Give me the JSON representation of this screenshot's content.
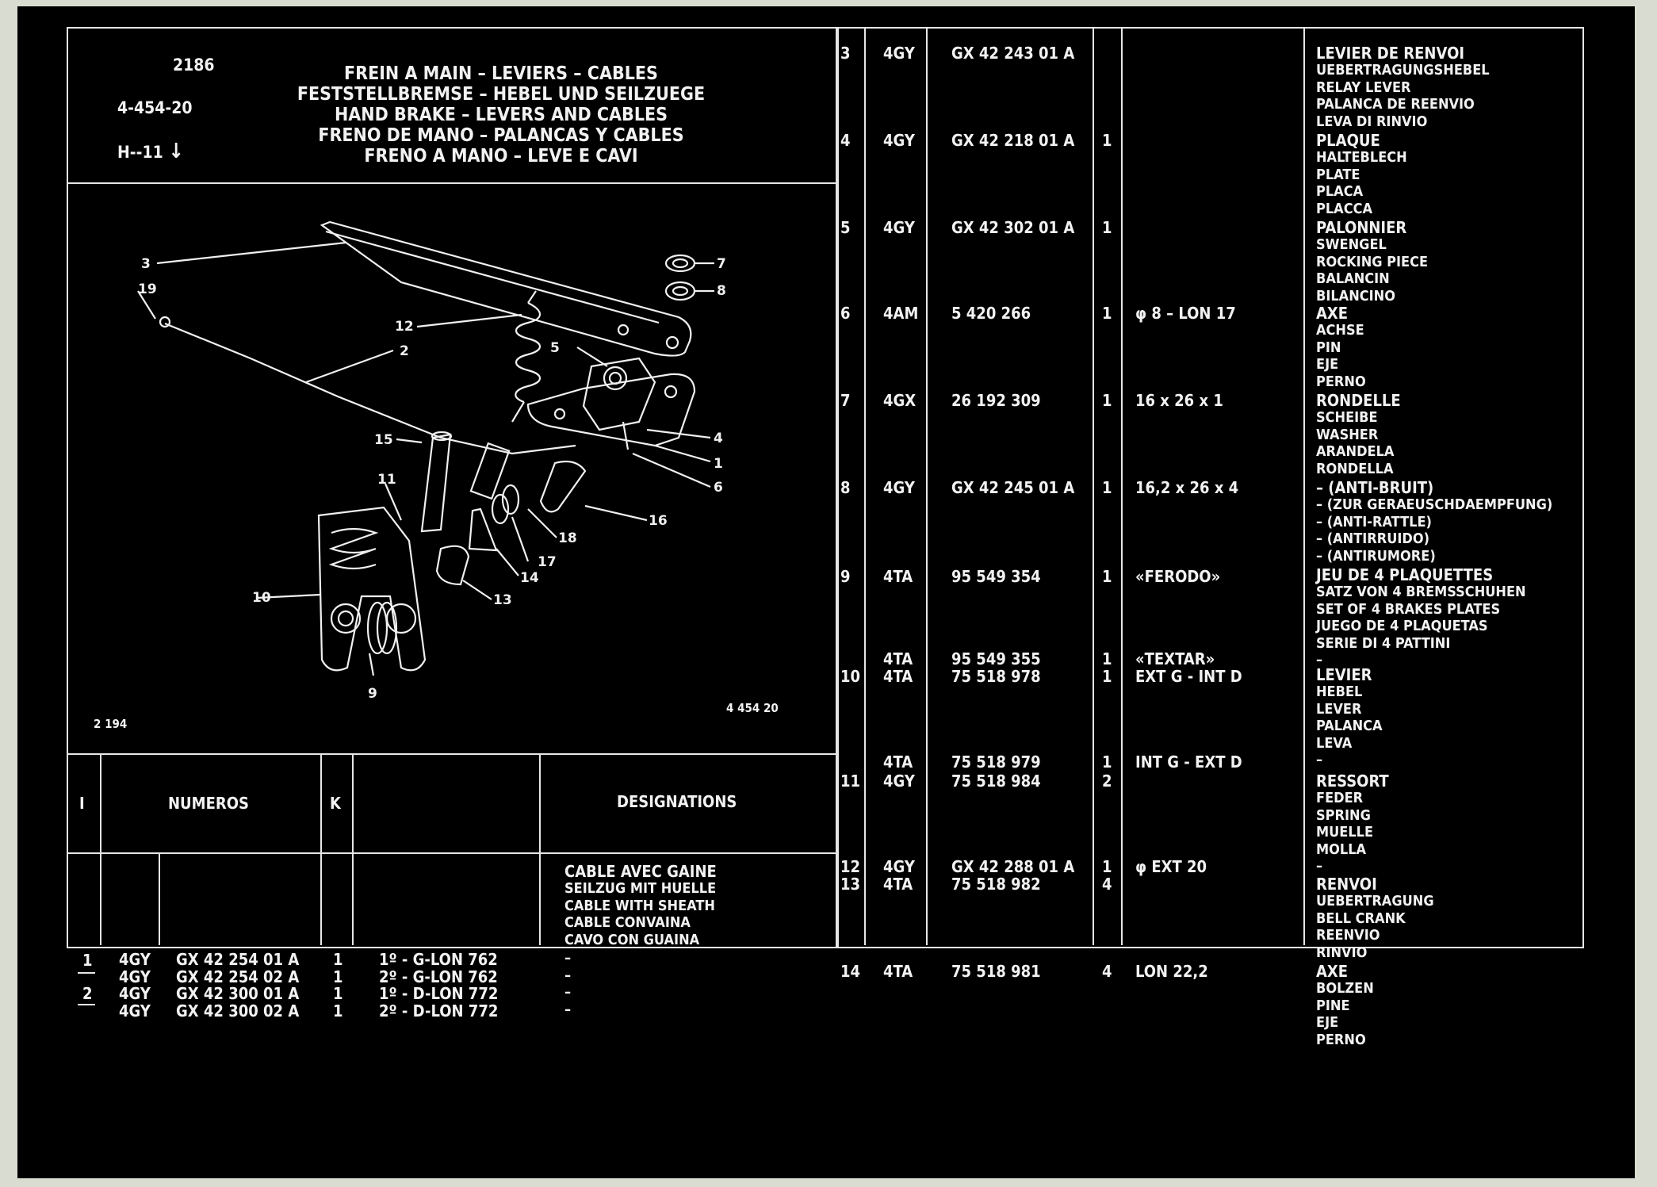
{
  "header": {
    "ref_code": "2186",
    "group_code": "4-454-20",
    "section": "H--11",
    "section_arrow": "↓",
    "titles": [
      "FREIN A MAIN – LEVIERS – CABLES",
      "FESTSTELLBREMSE – HEBEL UND SEILZUEGE",
      "HAND BRAKE – LEVERS AND CABLES",
      "FRENO DE MANO – PALANCAS Y CABLES",
      "FRENO A MANO – LEVE E CAVI"
    ]
  },
  "diagram": {
    "code_left": "2 194",
    "code_right": "4 454 20",
    "callouts": [
      "3",
      "19",
      "12",
      "2",
      "7",
      "8",
      "5",
      "4",
      "1",
      "6",
      "15",
      "11",
      "16",
      "18",
      "17",
      "14",
      "13",
      "10",
      "9"
    ]
  },
  "table_header": {
    "col_i": "I",
    "col_numeros": "NUMEROS",
    "col_k": "K",
    "col_designations": "DESIGNATIONS"
  },
  "left_rows": {
    "items": [
      "1",
      "2"
    ],
    "codes": [
      "4GY",
      "4GY",
      "4GY",
      "4GY"
    ],
    "refs": [
      "GX 42 254 01 A",
      "GX 42 254 02 A",
      "GX 42 300 01 A",
      "GX 42 300 02 A"
    ],
    "qty": [
      "1",
      "1",
      "1",
      "1"
    ],
    "specs": [
      "1º - G-LON 762",
      "2º - G-LON 762",
      "1º - D-LON 772",
      "2º - D-LON 772"
    ],
    "designation_head": "CABLE AVEC GAINE",
    "designation_lines": [
      "SEILZUG MIT HUELLE",
      "CABLE WITH SHEATH",
      "CABLE CONVAINA",
      "CAVO CON GUAINA"
    ],
    "dashes": [
      "–",
      "–",
      "–",
      "–"
    ]
  },
  "right_rows": [
    {
      "item": "3",
      "code": "4GY",
      "ref": "GX 42 243 01 A",
      "qty": "",
      "spec": ""
    },
    {
      "item": "4",
      "code": "4GY",
      "ref": "GX 42 218 01 A",
      "qty": "1",
      "spec": ""
    },
    {
      "item": "5",
      "code": "4GY",
      "ref": "GX 42 302 01 A",
      "qty": "1",
      "spec": ""
    },
    {
      "item": "6",
      "code": "4AM",
      "ref": "5 420 266",
      "qty": "1",
      "spec": "φ 8 – LON 17"
    },
    {
      "item": "7",
      "code": "4GX",
      "ref": "26 192 309",
      "qty": "1",
      "spec": "16 x 26 x 1"
    },
    {
      "item": "8",
      "code": "4GY",
      "ref": "GX 42 245 01 A",
      "qty": "1",
      "spec": "16,2 x 26 x 4"
    },
    {
      "item": "9",
      "code": "4TA",
      "ref": "95 549 354",
      "qty": "1",
      "spec": "«FERODO»"
    },
    {
      "item": "",
      "code": "4TA",
      "ref": "95 549 355",
      "qty": "1",
      "spec": "«TEXTAR»"
    },
    {
      "item": "10",
      "code": "4TA",
      "ref": "75 518 978",
      "qty": "1",
      "spec": "EXT G - INT D"
    },
    {
      "item": "",
      "code": "4TA",
      "ref": "75 518 979",
      "qty": "1",
      "spec": "INT G - EXT D"
    },
    {
      "item": "11",
      "code": "4GY",
      "ref": "75 518 984",
      "qty": "2",
      "spec": ""
    },
    {
      "item": "12",
      "code": "4GY",
      "ref": "GX 42 288 01 A",
      "qty": "1",
      "spec": "φ EXT 20"
    },
    {
      "item": "13",
      "code": "4TA",
      "ref": "75 518 982",
      "qty": "4",
      "spec": ""
    },
    {
      "item": "14",
      "code": "4TA",
      "ref": "75 518 981",
      "qty": "4",
      "spec": "LON 22,2"
    }
  ],
  "designations": [
    {
      "head": "LEVIER DE RENVOI",
      "lines": [
        "UEBERTRAGUNGSHEBEL",
        "RELAY LEVER",
        "PALANCA DE REENVIO",
        "LEVA DI RINVIO"
      ]
    },
    {
      "head": "PLAQUE",
      "lines": [
        "HALTEBLECH",
        "PLATE",
        "PLACA",
        "PLACCA"
      ]
    },
    {
      "head": "PALONNIER",
      "lines": [
        "SWENGEL",
        "ROCKING PIECE",
        "BALANCIN",
        "BILANCINO"
      ]
    },
    {
      "head": "AXE",
      "lines": [
        "ACHSE",
        "PIN",
        "EJE",
        "PERNO"
      ]
    },
    {
      "head": "RONDELLE",
      "lines": [
        "SCHEIBE",
        "WASHER",
        "ARANDELA",
        "RONDELLA"
      ]
    },
    {
      "head": "– (ANTI-BRUIT)",
      "lines": [
        "– (ZUR GERAEUSCHDAEMPFUNG)",
        "– (ANTI-RATTLE)",
        "– (ANTIRRUIDO)",
        "– (ANTIRUMORE)"
      ]
    },
    {
      "head": "JEU DE 4 PLAQUETTES",
      "lines": [
        "SATZ VON 4 BREMSSCHUHEN",
        "SET OF 4 BRAKES PLATES",
        "JUEGO DE 4 PLAQUETAS",
        "SERIE DI 4 PATTINI",
        "–"
      ]
    },
    {
      "head": "LEVIER",
      "lines": [
        "HEBEL",
        "LEVER",
        "PALANCA",
        "LEVA",
        "–"
      ]
    },
    {
      "head": "RESSORT",
      "lines": [
        "FEDER",
        "SPRING",
        "MUELLE",
        "MOLLA",
        "–"
      ]
    },
    {
      "head": "RENVOI",
      "lines": [
        "UEBERTRAGUNG",
        "BELL CRANK",
        "REENVIO",
        "RINVIO"
      ]
    },
    {
      "head": "AXE",
      "lines": [
        "BOLZEN",
        "PINE",
        "EJE",
        "PERNO"
      ]
    }
  ]
}
